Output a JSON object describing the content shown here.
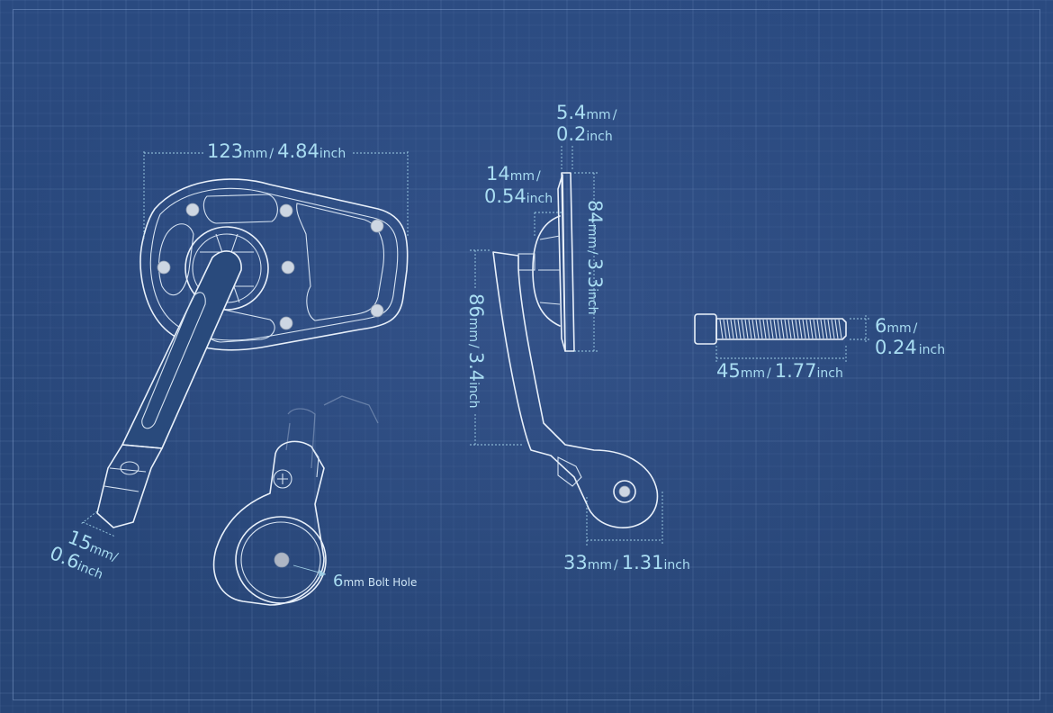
{
  "dimensions": {
    "width": {
      "value": "123",
      "unit1": "mm",
      "sep": "/",
      "value2": "4.84",
      "unit2": "inch"
    },
    "strap": {
      "value": "15",
      "unit1": "mm",
      "sep": "/",
      "value2": "0.6",
      "unit2": "inch"
    },
    "bolt_hole": {
      "value": "6",
      "unit": "mm",
      "label": "Bolt Hole"
    },
    "thickness": {
      "value": "5.4",
      "unit1": "mm",
      "sep": "/",
      "value2": "0.2",
      "unit2": "inch"
    },
    "depth": {
      "value": "14",
      "unit1": "mm",
      "sep": "/",
      "value2": "0.54",
      "unit2": "inch"
    },
    "height_mirror": {
      "value": "84",
      "unit1": "mm",
      "sep": "/",
      "value2": "3.3",
      "unit2": "inch"
    },
    "height_arm": {
      "value": "86",
      "unit1": "mm",
      "sep": "/",
      "value2": "3.4",
      "unit2": "inch"
    },
    "clamp": {
      "value": "33",
      "unit1": "mm",
      "sep": "/",
      "value2": "1.31",
      "unit2": "inch"
    },
    "bolt_length": {
      "value": "45",
      "unit1": "mm",
      "sep": "/",
      "value2": "1.77",
      "unit2": "inch"
    },
    "bolt_dia": {
      "value": "6",
      "unit1": "mm",
      "sep": "/",
      "value2": "0.24",
      "unit2": "inch"
    }
  },
  "colors": {
    "background": "#274576",
    "line": "#e8f0fa",
    "dimension_text": "#a9ddf2"
  }
}
